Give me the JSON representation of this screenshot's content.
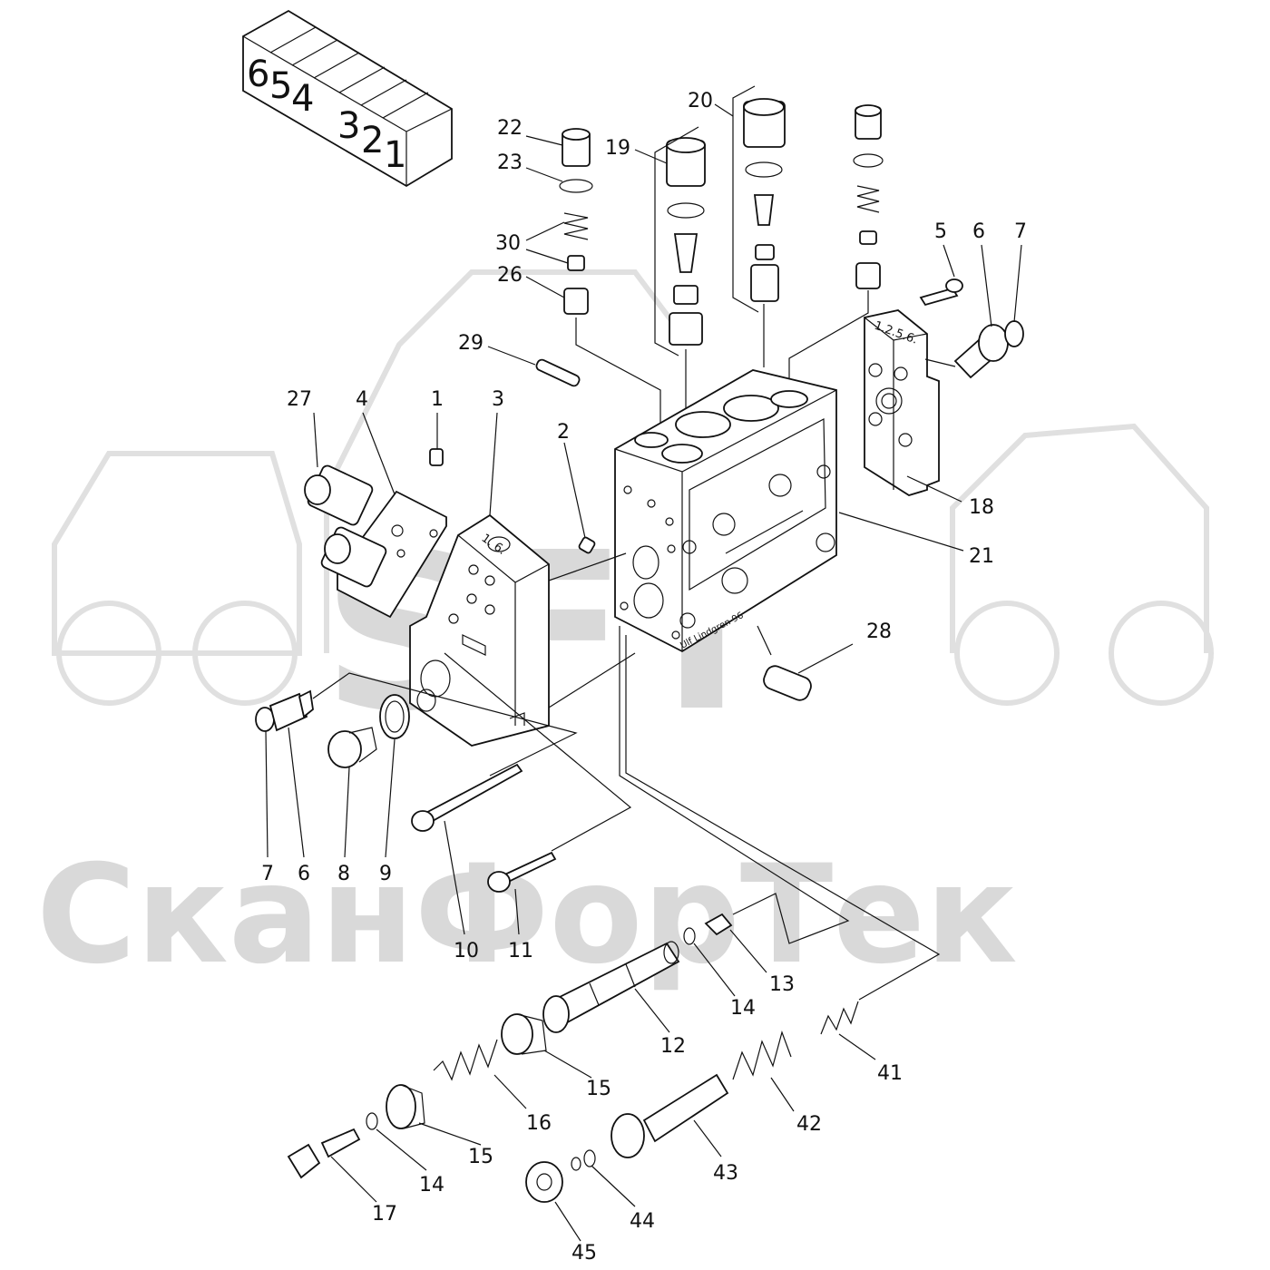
{
  "watermark": {
    "text": "СканФорТек",
    "logo": "SFT"
  },
  "index_box": {
    "digits": [
      "6",
      "5",
      "4",
      "3",
      "2",
      "1"
    ]
  },
  "labels": [
    {
      "id": "22",
      "text": "22"
    },
    {
      "id": "23",
      "text": "23"
    },
    {
      "id": "30",
      "text": "30"
    },
    {
      "id": "26",
      "text": "26"
    },
    {
      "id": "19",
      "text": "19"
    },
    {
      "id": "20",
      "text": "20"
    },
    {
      "id": "5",
      "text": "5"
    },
    {
      "id": "6a",
      "text": "6"
    },
    {
      "id": "7a",
      "text": "7"
    },
    {
      "id": "29",
      "text": "29"
    },
    {
      "id": "27",
      "text": "27"
    },
    {
      "id": "4",
      "text": "4"
    },
    {
      "id": "1",
      "text": "1"
    },
    {
      "id": "3",
      "text": "3"
    },
    {
      "id": "2",
      "text": "2"
    },
    {
      "id": "18",
      "text": "18"
    },
    {
      "id": "21",
      "text": "21"
    },
    {
      "id": "28",
      "text": "28"
    },
    {
      "id": "7b",
      "text": "7"
    },
    {
      "id": "6b",
      "text": "6"
    },
    {
      "id": "8",
      "text": "8"
    },
    {
      "id": "9",
      "text": "9"
    },
    {
      "id": "10",
      "text": "10"
    },
    {
      "id": "11",
      "text": "11"
    },
    {
      "id": "13",
      "text": "13"
    },
    {
      "id": "14a",
      "text": "14"
    },
    {
      "id": "12",
      "text": "12"
    },
    {
      "id": "15a",
      "text": "15"
    },
    {
      "id": "41",
      "text": "41"
    },
    {
      "id": "16",
      "text": "16"
    },
    {
      "id": "42",
      "text": "42"
    },
    {
      "id": "15b",
      "text": "15"
    },
    {
      "id": "14b",
      "text": "14"
    },
    {
      "id": "43",
      "text": "43"
    },
    {
      "id": "17",
      "text": "17"
    },
    {
      "id": "44",
      "text": "44"
    },
    {
      "id": "45",
      "text": "45"
    }
  ],
  "part_marks": {
    "block_top_face": "1. 6.",
    "end_plate": "1.2.5.6.",
    "maker_mark": "Ulf Lindgren 96"
  }
}
